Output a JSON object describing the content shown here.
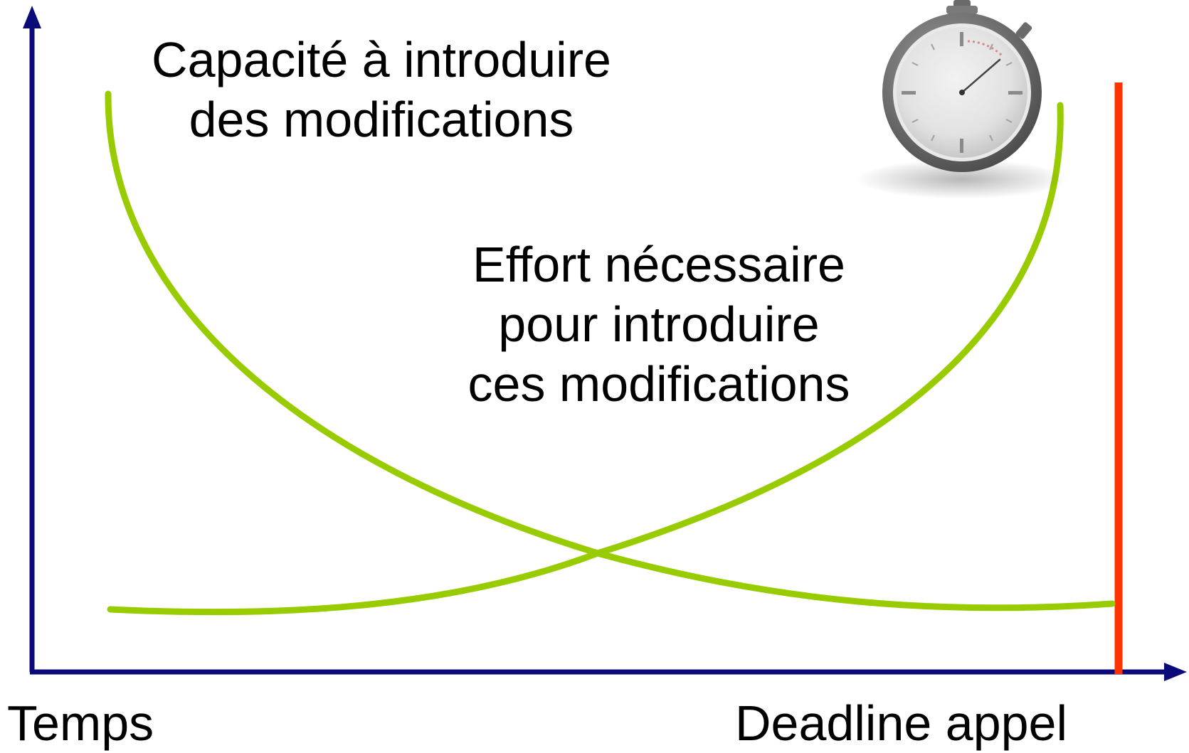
{
  "labels": {
    "capacity": [
      "Capacité à introduire",
      "des modifications"
    ],
    "effort": [
      "Effort nécessaire",
      "pour introduire",
      "ces modifications"
    ],
    "x_axis": "Temps",
    "deadline": "Deadline appel"
  },
  "colors": {
    "axis": "#0a0a78",
    "curves": "#99cc00",
    "deadline_line": "#ff3300",
    "text": "#000000"
  },
  "icons": {
    "timer": "stopwatch-icon"
  }
}
